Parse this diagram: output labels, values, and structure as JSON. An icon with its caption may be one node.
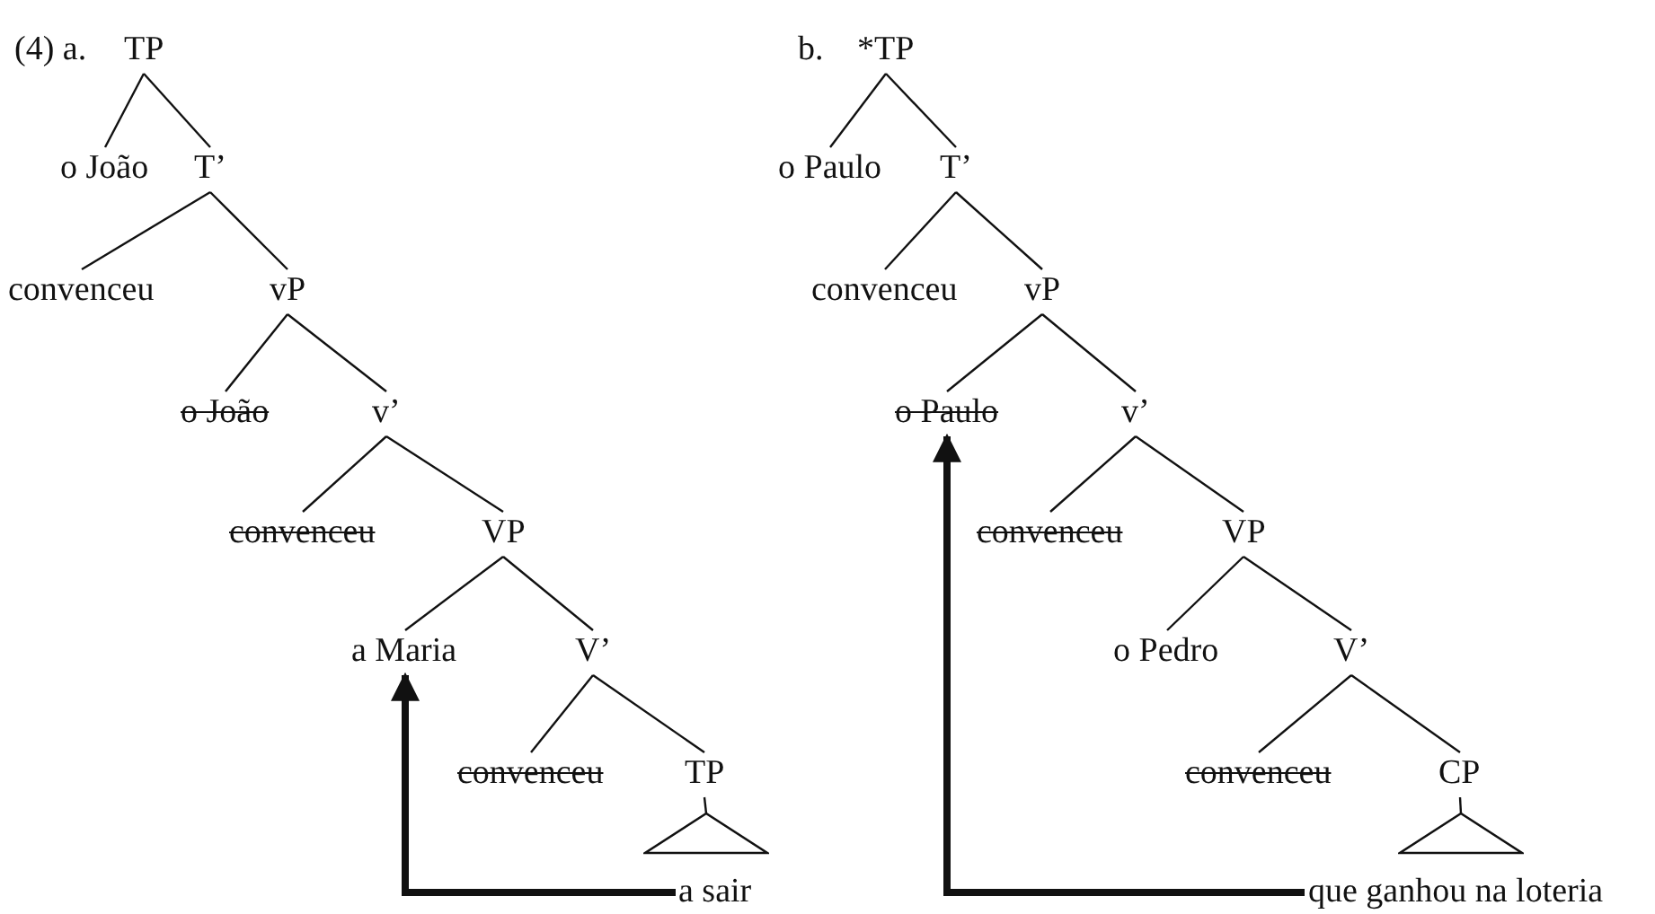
{
  "diagram": {
    "nodes": [
      {
        "text": [
          "TP"
        ]
      },
      {
        "text": [
          "o João"
        ]
      },
      {
        "text": [
          "T’"
        ]
      },
      {
        "text": [
          "convenceu"
        ]
      },
      {
        "text": [
          "vP"
        ]
      },
      {
        "text": [
          "o João"
        ]
      },
      {
        "text": [
          "v’"
        ]
      },
      {
        "text": [
          "convenceu"
        ]
      },
      {
        "text": [
          "VP"
        ]
      },
      {
        "text": [
          "a Maria"
        ]
      },
      {
        "text": [
          "V’"
        ]
      },
      {
        "text": [
          "convenceu"
        ]
      },
      {
        "text": [
          "TP"
        ]
      },
      {
        "text": [],
        "shape": "triangle"
      },
      {
        "text": [
          "a sair"
        ]
      },
      {
        "text": [
          "*TP"
        ]
      },
      {
        "text": [
          "o Paulo"
        ]
      },
      {
        "text": [
          "T’"
        ]
      },
      {
        "text": [
          "convenceu"
        ]
      },
      {
        "text": [
          "vP"
        ]
      },
      {
        "text": [
          "o Paulo"
        ]
      },
      {
        "text": [
          "v’"
        ]
      },
      {
        "text": [
          "convenceu"
        ]
      },
      {
        "text": [
          "VP"
        ]
      },
      {
        "text": [
          "o Pedro"
        ]
      },
      {
        "text": [
          "V’"
        ]
      },
      {
        "text": [
          "convenceu"
        ]
      },
      {
        "text": [
          "CP"
        ]
      },
      {
        "text": [],
        "shape": "triangle"
      },
      {
        "text": [
          "que ganhou na loteria"
        ]
      }
    ],
    "edges": [
      {
        "from": 0,
        "to": 1,
        "arrow": "none"
      },
      {
        "from": 0,
        "to": 2,
        "arrow": "none"
      },
      {
        "from": 2,
        "to": 3,
        "arrow": "none"
      },
      {
        "from": 2,
        "to": 4,
        "arrow": "none"
      },
      {
        "from": 4,
        "to": 5,
        "arrow": "none"
      },
      {
        "from": 4,
        "to": 6,
        "arrow": "none"
      },
      {
        "from": 6,
        "to": 7,
        "arrow": "none"
      },
      {
        "from": 6,
        "to": 8,
        "arrow": "none"
      },
      {
        "from": 8,
        "to": 9,
        "arrow": "none"
      },
      {
        "from": 8,
        "to": 10,
        "arrow": "none"
      },
      {
        "from": 10,
        "to": 11,
        "arrow": "none"
      },
      {
        "from": 10,
        "to": 12,
        "arrow": "none"
      },
      {
        "from": 12,
        "to": 13,
        "arrow": "none"
      },
      {
        "from": 14,
        "to": 9,
        "arrow": "to",
        "style": "thick"
      },
      {
        "from": 15,
        "to": 16,
        "arrow": "none"
      },
      {
        "from": 15,
        "to": 17,
        "arrow": "none"
      },
      {
        "from": 17,
        "to": 18,
        "arrow": "none"
      },
      {
        "from": 17,
        "to": 19,
        "arrow": "none"
      },
      {
        "from": 19,
        "to": 20,
        "arrow": "none"
      },
      {
        "from": 19,
        "to": 21,
        "arrow": "none"
      },
      {
        "from": 21,
        "to": 22,
        "arrow": "none"
      },
      {
        "from": 21,
        "to": 23,
        "arrow": "none"
      },
      {
        "from": 23,
        "to": 24,
        "arrow": "none"
      },
      {
        "from": 23,
        "to": 25,
        "arrow": "none"
      },
      {
        "from": 25,
        "to": 26,
        "arrow": "none"
      },
      {
        "from": 25,
        "to": 27,
        "arrow": "none"
      },
      {
        "from": 27,
        "to": 28,
        "arrow": "none"
      },
      {
        "from": 29,
        "to": 20,
        "arrow": "to",
        "style": "thick"
      }
    ],
    "labels": [
      "(4) a.",
      "b."
    ]
  }
}
